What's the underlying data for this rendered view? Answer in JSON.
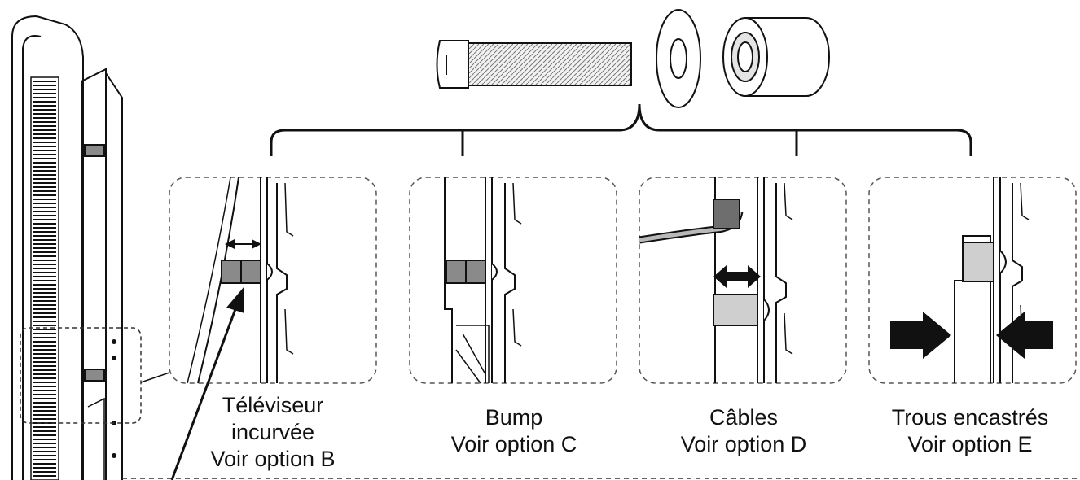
{
  "options": [
    {
      "id": "B",
      "line1": "Téléviseur",
      "line2": "incurvée",
      "line3": "Voir option B"
    },
    {
      "id": "C",
      "line1": "Bump",
      "line2": "Voir option C"
    },
    {
      "id": "D",
      "line1": "Câbles",
      "line2": "Voir option D"
    },
    {
      "id": "E",
      "line1": "Trous encastrés",
      "line2": "Voir option E"
    }
  ],
  "hardware": [
    "screw",
    "washer",
    "spacer"
  ],
  "colors": {
    "ink": "#111111",
    "fill_gray": "#cfcfcf",
    "dark_gray": "#6e6e6e"
  }
}
